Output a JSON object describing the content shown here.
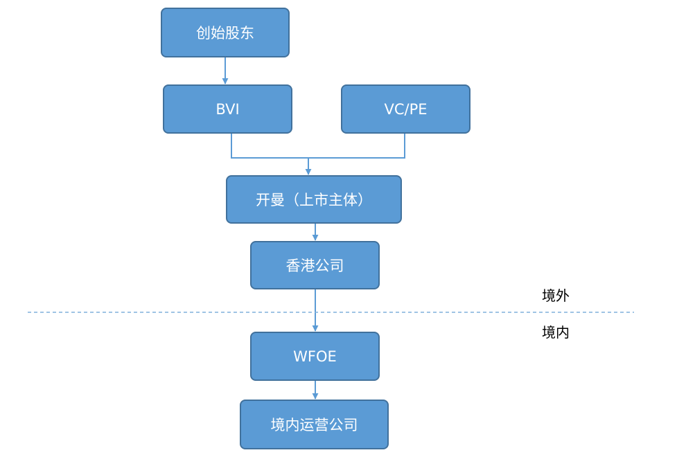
{
  "nodes": {
    "founders": "创始股东",
    "bvi": "BVI",
    "vcpe": "VC/PE",
    "listed_entity": "开曼（上市主体）",
    "hk_company": "香港公司",
    "wfoe": "WFOE",
    "domestic_opco": "境内运营公司"
  },
  "regions": {
    "offshore": "境外",
    "onshore": "境内"
  },
  "colors": {
    "node_fill": "#5b9bd5",
    "node_border": "#41719c",
    "node_text": "#ffffff",
    "connector": "#5b9bd5",
    "divider": "#7fb0dc"
  }
}
